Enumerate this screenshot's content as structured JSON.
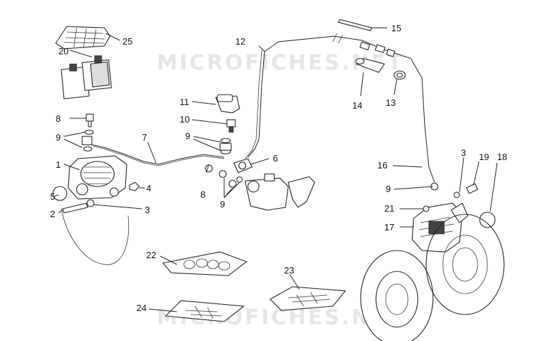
{
  "watermark": {
    "top": "MICROFICHES.NET",
    "bottom": "MICROFICHES.NET"
  },
  "callouts": [
    {
      "id": "c25",
      "text": "25"
    },
    {
      "id": "c20",
      "text": "20"
    },
    {
      "id": "c12",
      "text": "12"
    },
    {
      "id": "c15",
      "text": "15"
    },
    {
      "id": "c11",
      "text": "11"
    },
    {
      "id": "c10",
      "text": "10"
    },
    {
      "id": "c14",
      "text": "14"
    },
    {
      "id": "c13",
      "text": "13"
    },
    {
      "id": "c8a",
      "text": "8"
    },
    {
      "id": "c9a",
      "text": "9"
    },
    {
      "id": "c7",
      "text": "7"
    },
    {
      "id": "c9b",
      "text": "9"
    },
    {
      "id": "c6",
      "text": "6"
    },
    {
      "id": "c1",
      "text": "1"
    },
    {
      "id": "c5",
      "text": "5"
    },
    {
      "id": "c4",
      "text": "4"
    },
    {
      "id": "c2",
      "text": "2"
    },
    {
      "id": "c3a",
      "text": "3"
    },
    {
      "id": "c8b",
      "text": "8"
    },
    {
      "id": "c9c",
      "text": "9"
    },
    {
      "id": "c16",
      "text": "16"
    },
    {
      "id": "c3b",
      "text": "3"
    },
    {
      "id": "c19",
      "text": "19"
    },
    {
      "id": "c18",
      "text": "18"
    },
    {
      "id": "c9d",
      "text": "9"
    },
    {
      "id": "c21",
      "text": "21"
    },
    {
      "id": "c17",
      "text": "17"
    },
    {
      "id": "c22",
      "text": "22"
    },
    {
      "id": "c23",
      "text": "23"
    },
    {
      "id": "c24",
      "text": "24"
    }
  ]
}
